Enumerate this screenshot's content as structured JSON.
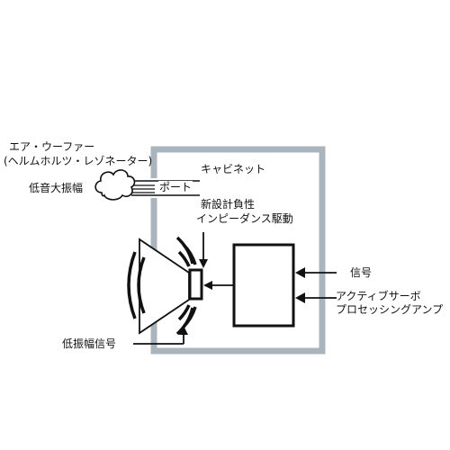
{
  "labels": {
    "air_woofer_line1": "エア・ウーファー",
    "air_woofer_line2": "(ヘルムホルツ・レゾネーター)",
    "low_freq_amplitude": "低音大振幅",
    "port": "ポート",
    "cabinet": "キャビネット",
    "new_design_line1": "新設計負性",
    "new_design_line2": "インピーダンス駆動",
    "signal": "信号",
    "amp_line1": "アクティブサーボ",
    "amp_line2": "プロセッシングアンプ",
    "low_amplitude_signal": "低振幅信号"
  },
  "colors": {
    "cabinet_border": "#a9b4bd",
    "ink": "#111111"
  },
  "icons": {
    "speaker": "speaker-icon",
    "cloud": "cloud-icon",
    "sound_waves": "sound-waves-icon"
  }
}
